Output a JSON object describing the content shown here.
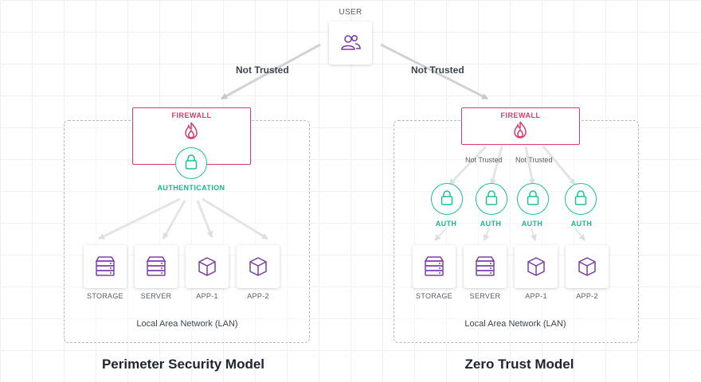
{
  "user_label": "USER",
  "edge_labels": {
    "left": "Not Trusted",
    "right": "Not Trusted"
  },
  "perimeter": {
    "firewall_label": "FIREWALL",
    "auth_label": "AUTHENTICATION",
    "nodes": [
      "STORAGE",
      "SERVER",
      "APP-1",
      "APP-2"
    ],
    "lan_label": "Local Area Network (LAN)",
    "title": "Perimeter Security Model"
  },
  "zero_trust": {
    "firewall_label": "FIREWALL",
    "not_trusted_labels": [
      "Not Trusted",
      "Not Trusted"
    ],
    "auth_labels": [
      "AUTH",
      "AUTH",
      "AUTH",
      "AUTH"
    ],
    "nodes": [
      "STORAGE",
      "SERVER",
      "APP-1",
      "APP-2"
    ],
    "lan_label": "Local Area Network (LAN)",
    "title": "Zero Trust Model"
  },
  "colors": {
    "firewall": "#d93a6a",
    "auth": "#18c29c",
    "node_icon": "#7b3fa6",
    "arrow": "#c5c8cd"
  },
  "icons": {
    "user": "users-icon",
    "firewall": "flame-icon",
    "lock": "lock-icon",
    "storage": "database-icon",
    "server": "server-icon",
    "app": "cube-icon"
  }
}
